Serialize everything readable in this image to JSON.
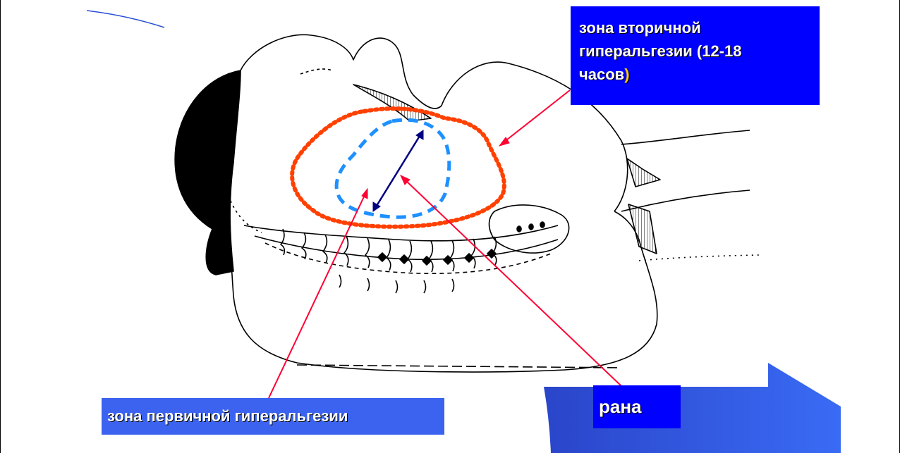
{
  "labels": {
    "secondary_zone_text": "зона вторичной\nгипеpальгезии (12-18\nчасов",
    "secondary_zone_paren": ")",
    "primary_zone": "зона первичной гипеpальгезии",
    "wound": "рана"
  },
  "colors": {
    "secondary_box": "#0000ff",
    "primary_box": "#3b63f0",
    "wound_box": "#0000ff",
    "outer_zone_dots": "#ff4000",
    "inner_zone_dashes": "#1e90ff",
    "pointer_arrows": "#ff0033",
    "measure_arrow": "#000080",
    "arrow_shape_gradient": [
      "#2a45c9",
      "#3a6bf5"
    ]
  }
}
